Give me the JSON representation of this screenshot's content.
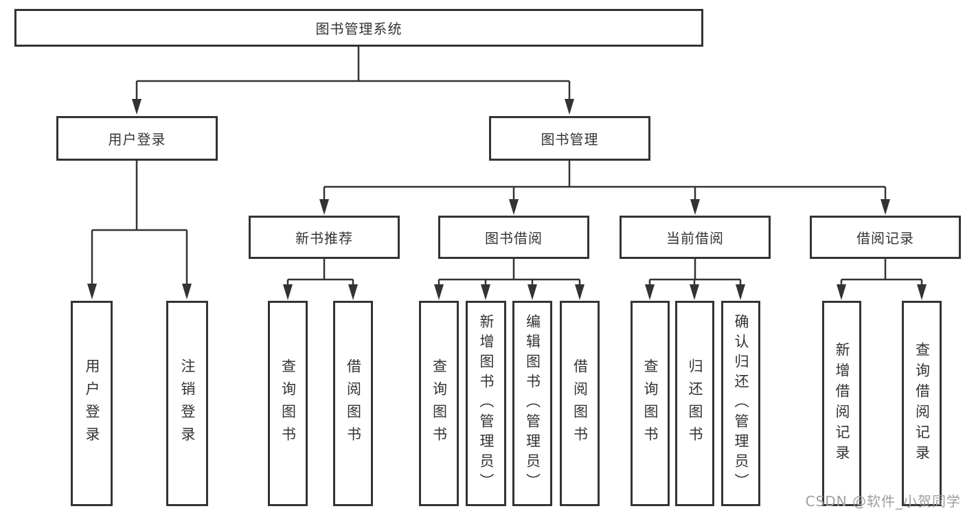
{
  "tree": {
    "label": "图书管理系统",
    "children": [
      {
        "label": "用户登录",
        "children": [
          {
            "label": "用户登录"
          },
          {
            "label": "注销登录"
          }
        ]
      },
      {
        "label": "图书管理",
        "children": [
          {
            "label": "新书推荐",
            "children": [
              {
                "label": "查询图书"
              },
              {
                "label": "借阅图书"
              }
            ]
          },
          {
            "label": "图书借阅",
            "children": [
              {
                "label": "查询图书"
              },
              {
                "label": "新增图书（管理员）"
              },
              {
                "label": "编辑图书（管理员）"
              },
              {
                "label": "借阅图书"
              }
            ]
          },
          {
            "label": "当前借阅",
            "children": [
              {
                "label": "查询图书"
              },
              {
                "label": "归还图书"
              },
              {
                "label": "确认归还（管理员）"
              }
            ]
          },
          {
            "label": "借阅记录",
            "children": [
              {
                "label": "新增借阅记录"
              },
              {
                "label": "查询借阅记录"
              }
            ]
          }
        ]
      }
    ]
  },
  "watermark": {
    "text": "CSDN @软件_小贺同学",
    "color": "#9e9e9e"
  },
  "style": {
    "line_color": "#333333",
    "text_color": "#333333",
    "background": "#ffffff"
  }
}
